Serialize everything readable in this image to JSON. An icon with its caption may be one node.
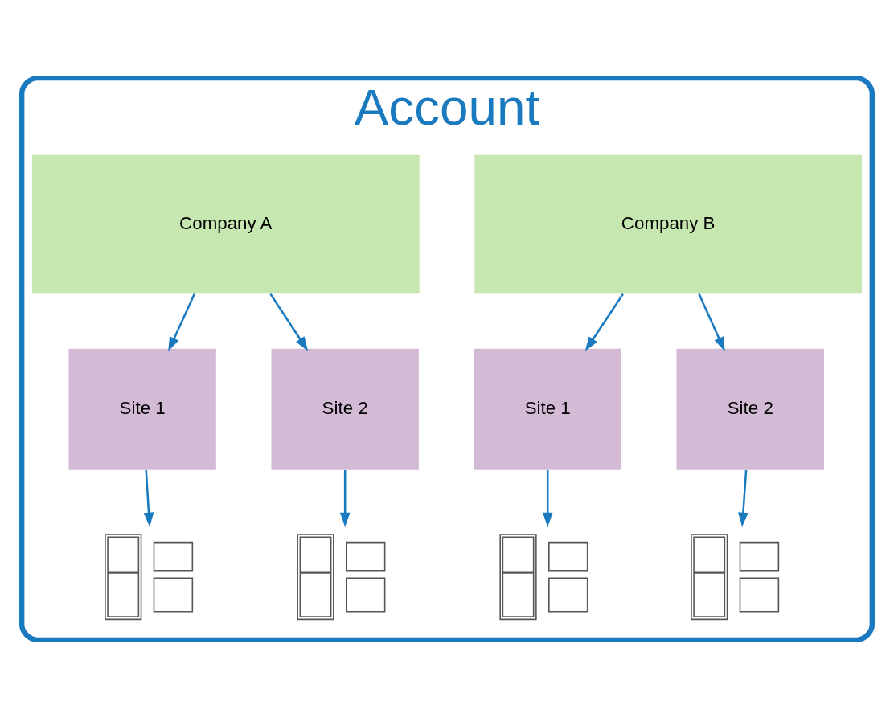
{
  "diagram": {
    "nodes": [
      {
        "text": [
          "Account"
        ]
      },
      {
        "text": [
          "Company A"
        ],
        "in": 0
      },
      {
        "text": [
          "Company B"
        ],
        "in": 0
      },
      {
        "text": [
          "Site 1"
        ],
        "in": 0
      },
      {
        "text": [
          "Site 2"
        ],
        "in": 0
      },
      {
        "text": [
          "Site 1"
        ],
        "in": 0
      },
      {
        "text": [
          "Site 2"
        ],
        "in": 0
      },
      {
        "text": [],
        "shape": "picture",
        "in": 0
      },
      {
        "text": [],
        "shape": "picture",
        "in": 0
      },
      {
        "text": [],
        "shape": "picture",
        "in": 0
      },
      {
        "text": [],
        "shape": "picture",
        "in": 0
      }
    ],
    "edges": [
      {
        "from": 1,
        "to": 3,
        "arrow": "to"
      },
      {
        "from": 1,
        "to": 4,
        "arrow": "to"
      },
      {
        "from": 2,
        "to": 5,
        "arrow": "to"
      },
      {
        "from": 2,
        "to": 6,
        "arrow": "to"
      },
      {
        "from": 3,
        "to": 7,
        "arrow": "to"
      },
      {
        "from": 4,
        "to": 8,
        "arrow": "to"
      },
      {
        "from": 5,
        "to": 9,
        "arrow": "to"
      },
      {
        "from": 6,
        "to": 10,
        "arrow": "to"
      }
    ]
  }
}
